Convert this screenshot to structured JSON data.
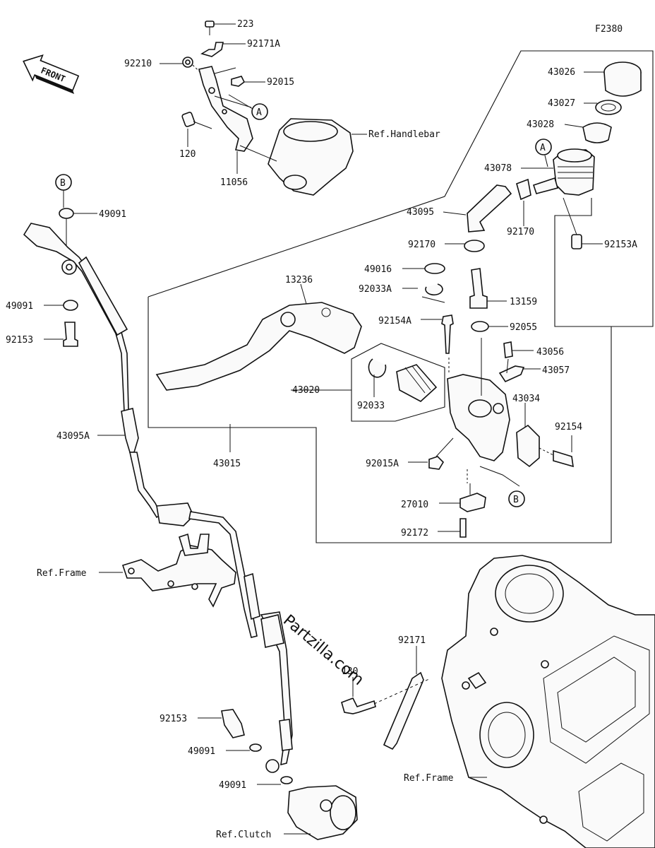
{
  "figure_code": "F2380",
  "front_label": "FRONT",
  "watermark": "Partzilla.com",
  "refs": {
    "handlebar": "Ref.Handlebar",
    "frame_left": "Ref.Frame",
    "frame_bottom": "Ref.Frame",
    "clutch": "Ref.Clutch"
  },
  "markers": {
    "a": "A",
    "b": "B"
  },
  "parts": {
    "p223": "223",
    "p92171A": "92171A",
    "p92210": "92210",
    "p92015": "92015",
    "p120": "120",
    "p11056": "11056",
    "p43026": "43026",
    "p43027": "43027",
    "p43028": "43028",
    "p43078": "43078",
    "p43095": "43095",
    "p92170a": "92170",
    "p92170b": "92170",
    "p92153A": "92153A",
    "p49016": "49016",
    "p92033A": "92033A",
    "p13159": "13159",
    "p13236": "13236",
    "p92154A": "92154A",
    "p92055": "92055",
    "p43056": "43056",
    "p43057": "43057",
    "p43020": "43020",
    "p92033": "92033",
    "p43034": "43034",
    "p92154": "92154",
    "p43015": "43015",
    "p92015A": "92015A",
    "p27010": "27010",
    "p92172": "92172",
    "p49091a": "49091",
    "p49091b": "49091",
    "p92153a": "92153",
    "p43095A": "43095A",
    "p92171": "92171",
    "p130": "130",
    "p92153b": "92153",
    "p49091c": "49091",
    "p49091d": "49091"
  }
}
